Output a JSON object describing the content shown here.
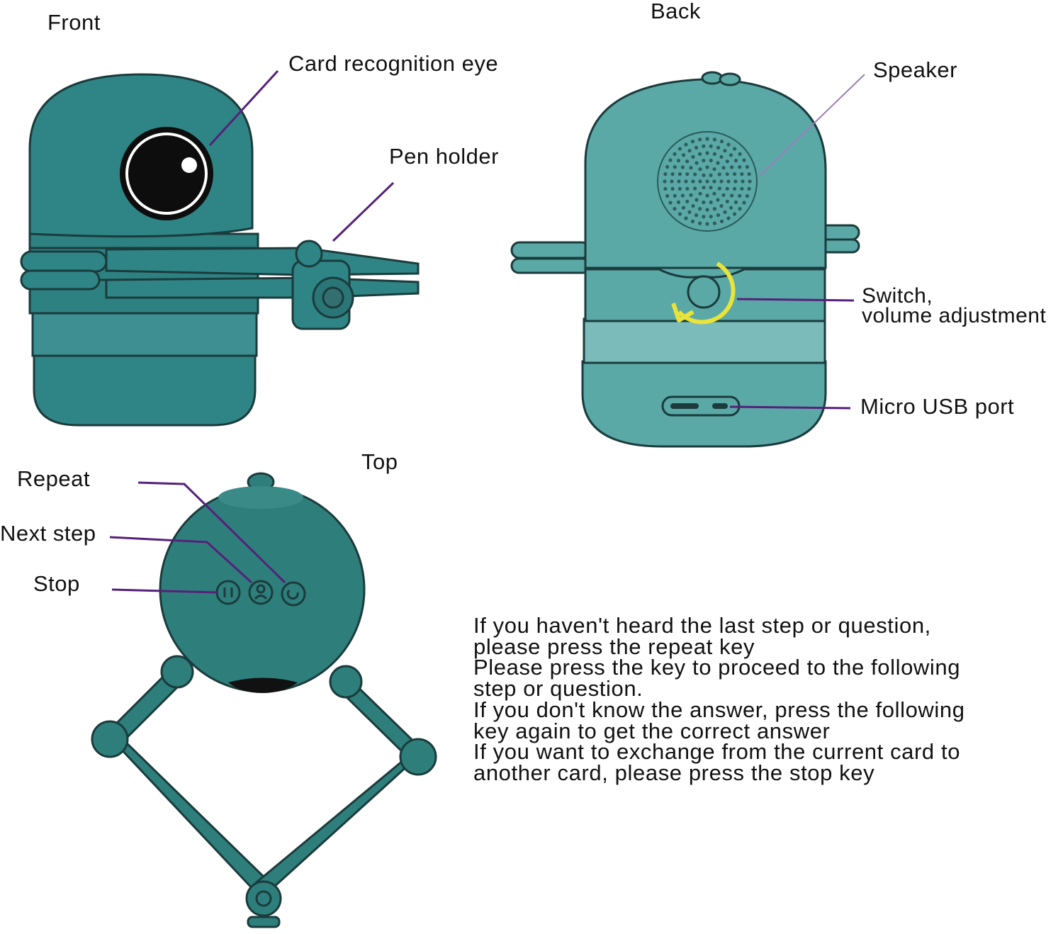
{
  "views": {
    "front": "Front",
    "back": "Back",
    "top": "Top"
  },
  "callouts": {
    "card_eye": "Card recognition eye",
    "pen_holder": "Pen holder",
    "speaker": "Speaker",
    "switch_line1": "Switch,",
    "switch_line2": "volume adjustment",
    "usb": "Micro USB port",
    "repeat": "Repeat",
    "next_step": "Next step",
    "stop": "Stop"
  },
  "instructions": [
    "If you haven't heard the last step or question,",
    "please press the repeat key",
    "Please press the key to proceed to the following",
    "step or question.",
    "If you don't know the answer, press the following",
    "key again to get the correct answer",
    "If you want to exchange from the current card to",
    "another card, please press the stop key"
  ],
  "colors": {
    "robot_front": "#2f8585",
    "robot_back": "#5aa9a7",
    "robot_top": "#2e7f7c",
    "outline": "#1b3b3c",
    "leader_line": "#55217a",
    "arrow": "#e9e33a"
  }
}
